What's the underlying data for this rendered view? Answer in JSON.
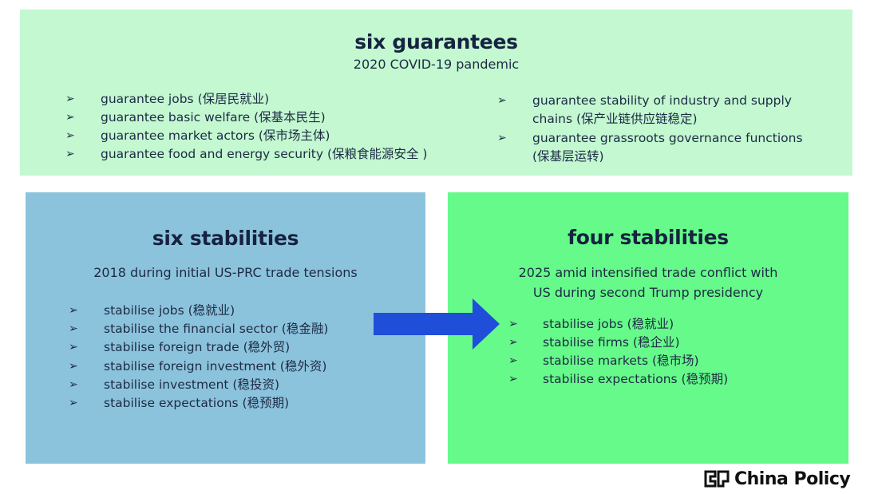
{
  "six_guarantees": {
    "title": "six guarantees",
    "subtitle": "2020 COVID-19 pandemic",
    "items_left": [
      "guarantee jobs (保居民就业)",
      "guarantee basic welfare (保基本民生)",
      "guarantee market actors (保市场主体)",
      "guarantee food and energy security (保粮食能源安全 )"
    ],
    "items_right": [
      "guarantee stability of industry and supply chains (保产业链供应链稳定)",
      "guarantee grassroots governance functions (保基层运转)"
    ]
  },
  "six_stabilities": {
    "title": "six stabilities",
    "subtitle": "2018 during initial US-PRC trade tensions",
    "items": [
      "stabilise jobs (稳就业)",
      "stabilise the financial sector (稳金融)",
      "stabilise foreign trade (稳外贸)",
      "stabilise foreign investment (稳外资)",
      "stabilise investment (稳投资)",
      "stabilise expectations (稳预期)"
    ]
  },
  "four_stabilities": {
    "title": "four stabilities",
    "subtitle_line1": "2025 amid intensified trade conflict with",
    "subtitle_line2": "US during second Trump presidency",
    "items": [
      "stabilise jobs (稳就业)",
      "stabilise firms (稳企业)",
      "stabilise markets (稳市场)",
      "stabilise expectations (稳预期)"
    ]
  },
  "bullet_glyph": "➢",
  "logo": {
    "text": "China Policy"
  },
  "colors": {
    "top_panel": "#c3f8d1",
    "left_panel": "#8cc3dc",
    "right_panel": "#66fa8a",
    "arrow": "#1f4fd8",
    "text": "#1d2a44"
  }
}
